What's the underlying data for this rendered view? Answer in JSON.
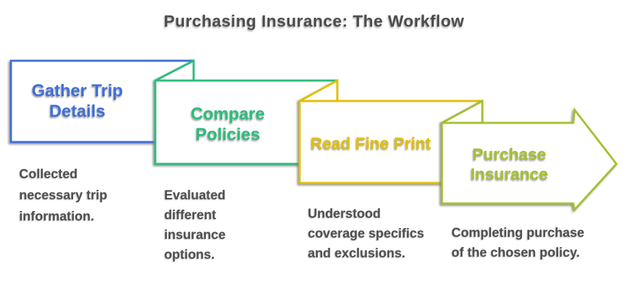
{
  "title": "Purchasing Insurance: The Workflow",
  "colors": {
    "step1_blue": "#3f6fd8",
    "step2_green": "#2bbd7a",
    "step3_yellow": "#e3bf00",
    "step4_yellowgreen": "#a3c130",
    "text_gray": "#4f4f4f",
    "shape_fill": "#ffffff"
  },
  "steps": [
    {
      "label": "Gather Trip Details",
      "description": "Collected necessary trip information.",
      "color": "#3f6fd8"
    },
    {
      "label": "Compare Policies",
      "description": "Evaluated different insurance options.",
      "color": "#2bbd7a"
    },
    {
      "label": "Read Fine Print",
      "description": "Understood coverage specifics and exclusions.",
      "color": "#e3bf00"
    },
    {
      "label": "Purchase Insurance",
      "description": "Completing purchase of the chosen policy.",
      "color": "#a3c130"
    }
  ]
}
